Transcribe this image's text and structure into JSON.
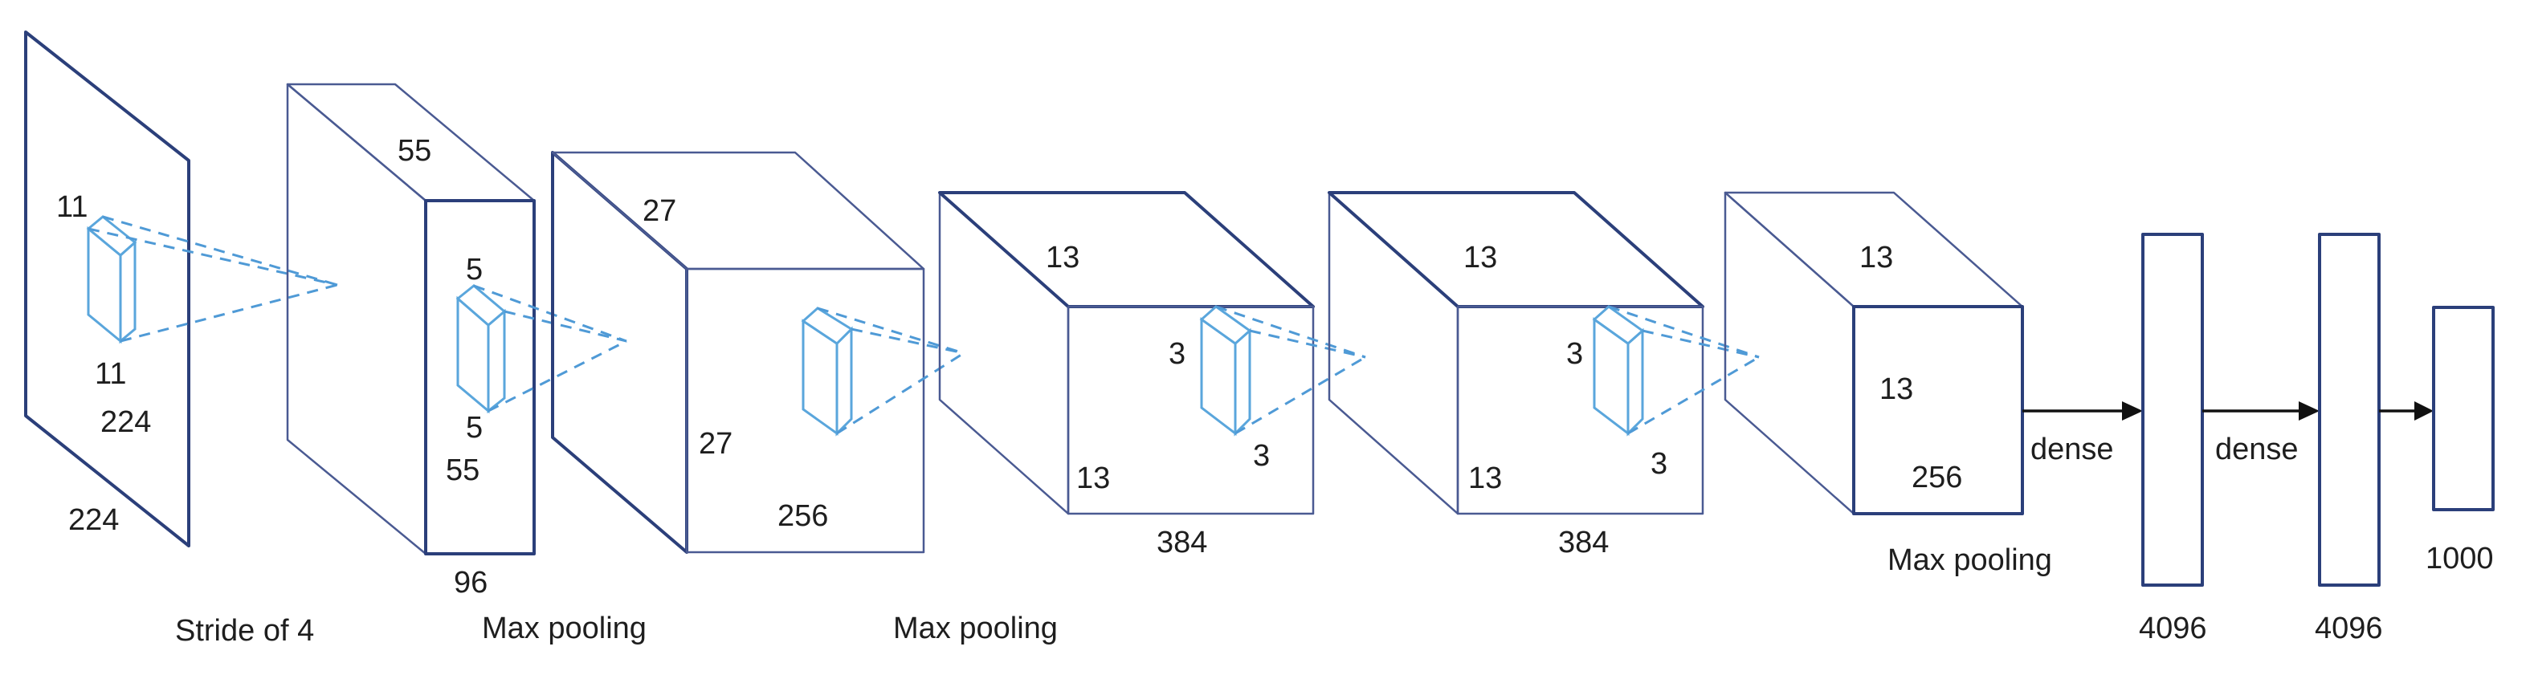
{
  "input": {
    "kernel_top": "11",
    "kernel_bottom": "11",
    "height": "224",
    "width": "224"
  },
  "conv1": {
    "depth_label": "55",
    "kernel_top": "5",
    "kernel_bottom": "5",
    "height": "55",
    "channels": "96",
    "stride_caption": "Stride of 4",
    "pool_caption": "Max pooling"
  },
  "conv2": {
    "depth_label": "27",
    "height": "27",
    "channels": "256",
    "pool_caption": "Max pooling"
  },
  "conv3": {
    "depth_label": "13",
    "kernel_right": "3",
    "kernel_bottom": "3",
    "height": "13",
    "channels": "384"
  },
  "conv4": {
    "depth_label": "13",
    "kernel_right": "3",
    "kernel_bottom": "3",
    "height": "13",
    "channels": "384"
  },
  "conv5": {
    "depth_label": "13",
    "height": "13",
    "channels": "256",
    "pool_caption": "Max pooling"
  },
  "fc1": {
    "edge_label": "dense",
    "size": "4096"
  },
  "fc2": {
    "edge_label": "dense",
    "size": "4096"
  },
  "output": {
    "size": "1000"
  }
}
